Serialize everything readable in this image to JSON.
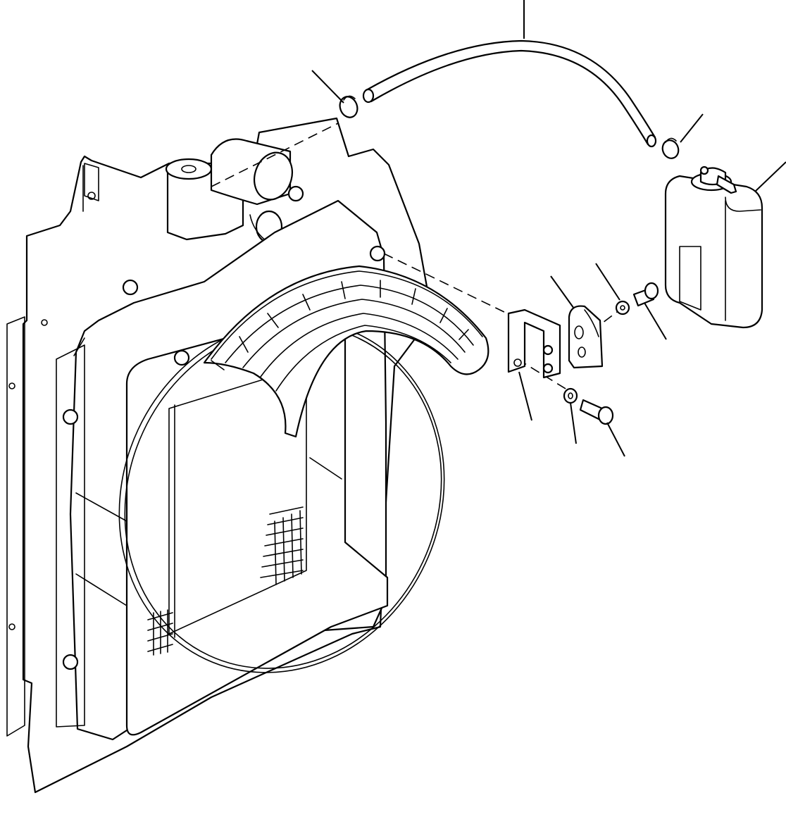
{
  "drawing": {
    "parts": [
      {
        "id": "overflow-hose"
      },
      {
        "id": "hose-clamp-radiator-side"
      },
      {
        "id": "hose-clamp-tank-side"
      },
      {
        "id": "reserve-tank"
      },
      {
        "id": "bracket"
      },
      {
        "id": "mount-plate"
      },
      {
        "id": "washer-upper"
      },
      {
        "id": "bolt-upper"
      },
      {
        "id": "washer-lower"
      },
      {
        "id": "bolt-lower"
      },
      {
        "id": "fan-guard"
      },
      {
        "id": "radiator-shroud"
      },
      {
        "id": "radiator-frame-plate"
      }
    ]
  }
}
